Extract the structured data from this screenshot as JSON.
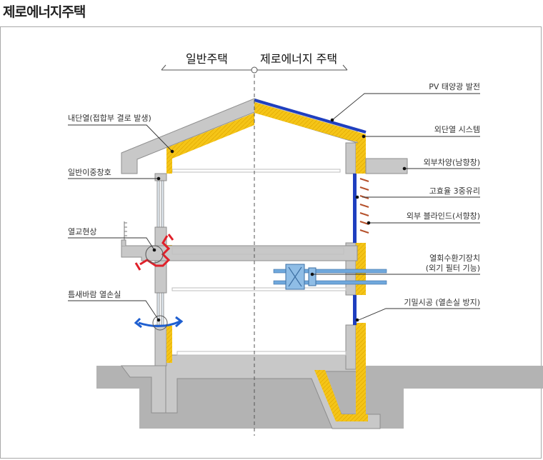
{
  "page_title": "제로에너지주택",
  "headings": {
    "left": "일반주택",
    "right": "제로에너지 주택"
  },
  "labels": {
    "internal_insulation": "내단열(접합부 결로 발생)",
    "double_window": "일반이중창호",
    "thermal_bridge": "열교현상",
    "draft_loss": "틈새바람 열손실",
    "pv": "PV 태양광 발전",
    "external_insulation": "외단열 시스템",
    "external_shading": "외부차양(남향창)",
    "triple_glass": "고효율 3중유리",
    "external_blind": "외부 블라인드(서향창)",
    "hrv_line1": "열회수환기장치",
    "hrv_line2": "(외기 필터 기능)",
    "airtight": "기밀시공 (열손실 방지)"
  },
  "colors": {
    "concrete": "#c8c8c8",
    "concrete_edge": "#8e8e8e",
    "insulation": "#f5c518",
    "pv_panel": "#1f3fbf",
    "heat_arrow": "#e0202a",
    "air_arrow": "#1f5fd0",
    "blind": "#b5502a",
    "duct": "#6fa8dc"
  }
}
